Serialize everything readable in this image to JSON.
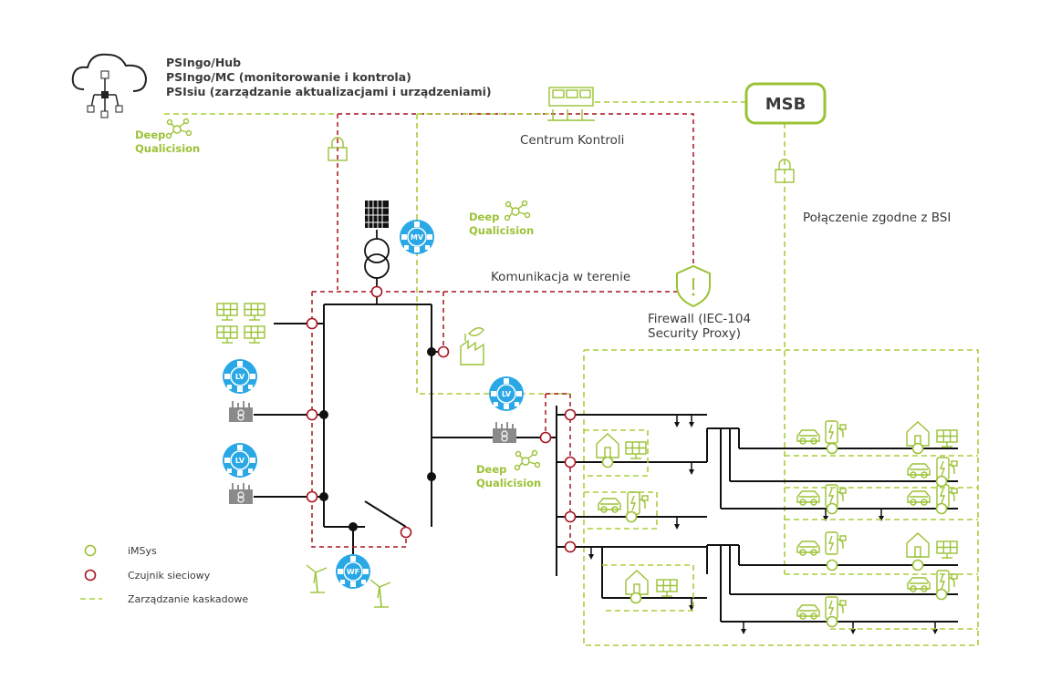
{
  "header": {
    "line1": "PSIngo/Hub",
    "line2": "PSIngo/MC (monitorowanie i kontrola)",
    "line3": "PSIsiu (zarządzanie aktualizacjami i urządzeniami)"
  },
  "labels": {
    "control_center": "Centrum Kontroli",
    "msb": "MSB",
    "bsi_connection": "Połączenie zgodne z BSI",
    "field_comm": "Komunikacja w terenie",
    "firewall_line1": "Firewall (IEC-104",
    "firewall_line2": "Security Proxy)",
    "deep_line1": "Deep",
    "deep_line2": "Qualicision"
  },
  "badges": {
    "mv": "MV",
    "lv": "LV",
    "wf": "WF"
  },
  "legend": [
    {
      "label": "iMSys",
      "symbol": "green-circle"
    },
    {
      "label": "Czujnik sieciowy",
      "symbol": "red-circle"
    },
    {
      "label": "Zarządzanie kaskadowe",
      "symbol": "green-dashed-line"
    }
  ],
  "colors": {
    "accent_green": "#9bc236",
    "sensor_red": "#a7141e",
    "badge_blue": "#2aa8e6",
    "bus_black": "#111111",
    "text_gray": "#3a3a3a"
  },
  "icons": [
    "cloud-network-icon",
    "control-center-icon",
    "lock-icon",
    "shield-warning-icon",
    "solar-panel-icon",
    "transformer-icon",
    "factory-icon",
    "house-icon",
    "ev-car-icon",
    "charging-station-icon",
    "wind-turbine-icon",
    "network-node-icon"
  ]
}
